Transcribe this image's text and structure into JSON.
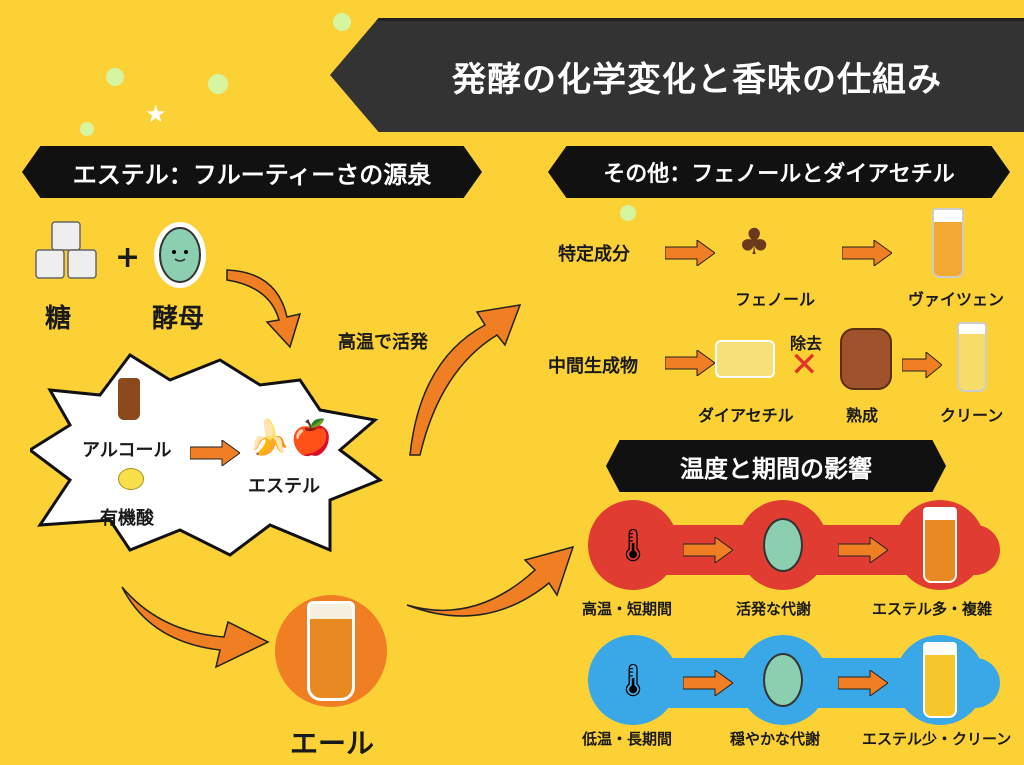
{
  "title": "発酵の化学変化と香味の仕組み",
  "colors": {
    "background": "#fbd135",
    "banner": "#111111",
    "title_banner": "#333333",
    "arrow": "#f07f24",
    "high_temp": "#e03c32",
    "low_temp": "#3aa7e6",
    "yeast": "#8ccfb0"
  },
  "ester_section": {
    "header": "エステル：フルーティーさの源泉",
    "inputs": {
      "sugar": "糖",
      "plus": "+",
      "yeast": "酵母"
    },
    "high_temp_label": "高温で活発",
    "reaction": {
      "alcohol": "アルコール",
      "organic_acid": "有機酸",
      "ester": "エステル"
    },
    "result": "エール"
  },
  "other_section": {
    "header": "その他：フェノールとダイアセチル",
    "rows": [
      {
        "source": "特定成分",
        "compound": "フェノール",
        "result": "ヴァイツェン"
      },
      {
        "source": "中間生成物",
        "compound": "ダイアセチル",
        "removal": "除去",
        "process": "熟成",
        "result": "クリーン"
      }
    ]
  },
  "temp_section": {
    "header": "温度と期間の影響",
    "rows": [
      {
        "condition": "高温・短期間",
        "metabolism": "活発な代謝",
        "result": "エステル多・複雑"
      },
      {
        "condition": "低温・長期間",
        "metabolism": "穏やかな代謝",
        "result": "エステル少・クリーン"
      }
    ]
  }
}
